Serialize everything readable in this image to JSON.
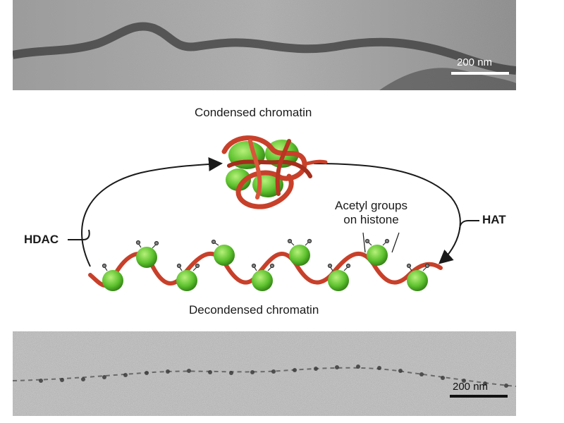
{
  "top_micrograph": {
    "scale_label": "200 nm"
  },
  "bottom_micrograph": {
    "scale_label": "200 nm"
  },
  "diagram": {
    "condensed_label": "Condensed chromatin",
    "decondensed_label": "Decondensed chromatin",
    "acetyl_label_line1": "Acetyl groups",
    "acetyl_label_line2": "on histone",
    "left_enzyme_label": "HDAC",
    "right_enzyme_label": "HAT"
  },
  "colors": {
    "histone_green": "#5cc12d",
    "dna_red": "#c8402a",
    "arrow_black": "#1a1a1a"
  }
}
